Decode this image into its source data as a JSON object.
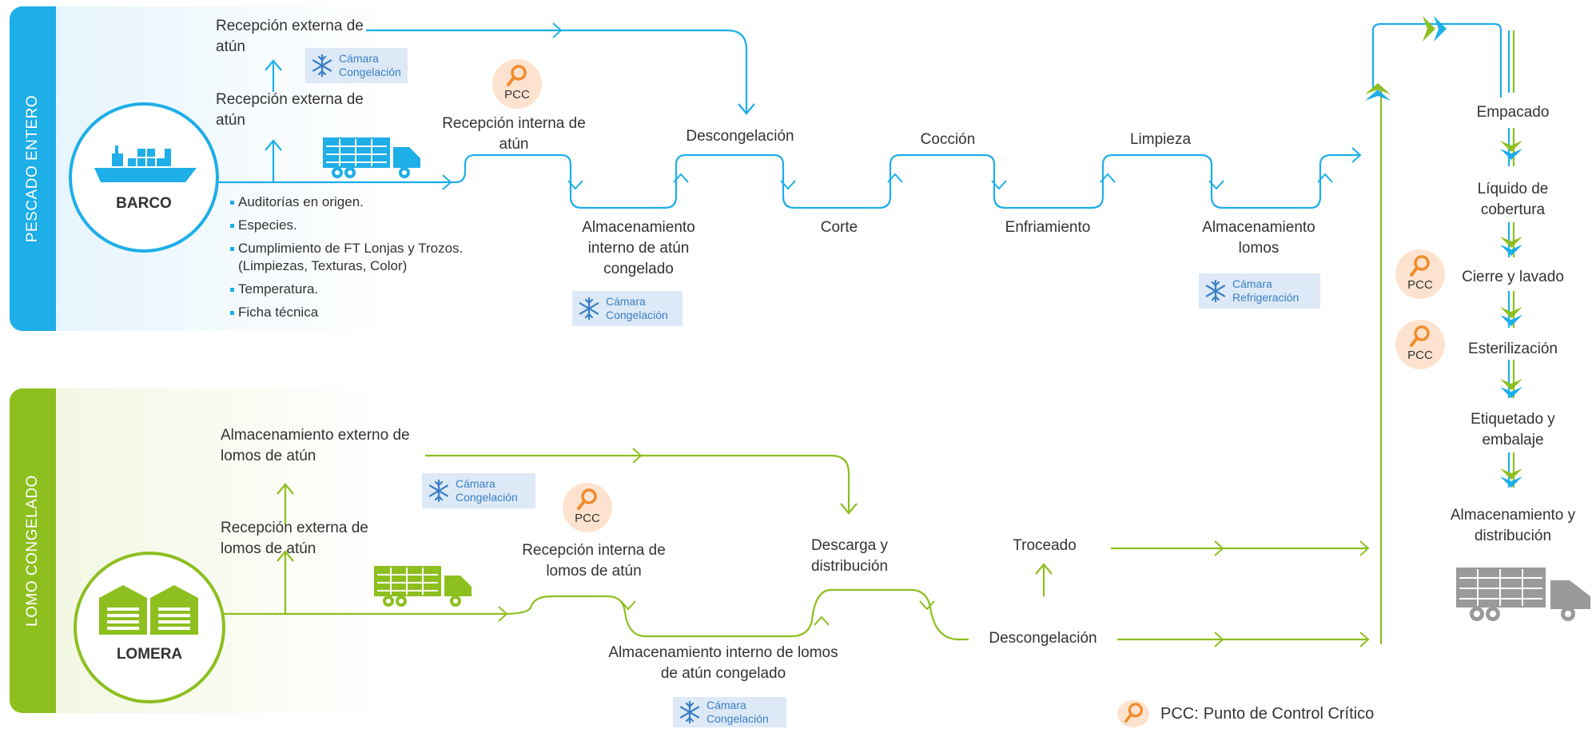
{
  "colors": {
    "blue": "#1eaee8",
    "green": "#8dbf1f",
    "orange": "#f28b2c",
    "gray": "#9a9a9a"
  },
  "bands": {
    "top": {
      "label": "PESCADO ENTERO"
    },
    "bottom": {
      "label": "LOMO CONGELADO"
    }
  },
  "sources": {
    "barco": {
      "name": "BARCO",
      "icon": "ship-icon"
    },
    "lomera": {
      "name": "LOMERA",
      "icon": "warehouse-icon"
    }
  },
  "top_flow": {
    "recepcion_externa_top": "Recepción externa de atún",
    "recepcion_externa": "Recepción externa de atún",
    "camara_1": "Cámara Congelación",
    "recepcion_interna": "Recepción interna de atún",
    "almacenamiento_interno": "Almacenamiento interno de atún congelado",
    "camara_2": "Cámara Congelación",
    "descongelacion": "Descongelación",
    "corte": "Corte",
    "coccion": "Cocción",
    "enfriamiento": "Enfriamiento",
    "limpieza": "Limpieza",
    "almacenamiento_lomos": "Almacenamiento lomos",
    "camara_refrigeracion": "Cámara Refrigeración"
  },
  "checklist": [
    "Auditorías en origen.",
    "Especies.",
    "Cumplimiento de FT Lonjas  y Trozos. (Limpiezas, Texturas, Color)",
    "Temperatura.",
    "Ficha técnica"
  ],
  "bottom_flow": {
    "almacenamiento_externo": "Almacenamiento externo de lomos de atún",
    "camara_1": "Cámara Congelación",
    "recepcion_externa": "Recepción externa de lomos de atún",
    "recepcion_interna": "Recepción interna de lomos de atún",
    "almacenamiento_interno": "Almacenamiento interno de lomos de atún congelado",
    "camara_2": "Cámara Congelación",
    "descarga": "Descarga y distribución",
    "troceado": "Troceado",
    "descongelacion": "Descongelación"
  },
  "final_flow": {
    "empacado": "Empacado",
    "liquido": "Líquido de cobertura",
    "cierre": "Cierre y lavado",
    "esterilizacion": "Esterilización",
    "etiquetado": "Etiquetado y embalaje",
    "almacenamiento": "Almacenamiento y distribución"
  },
  "pcc_label": "PCC",
  "legend": {
    "key": "PCC:",
    "text": "Punto de Control Crítico"
  }
}
